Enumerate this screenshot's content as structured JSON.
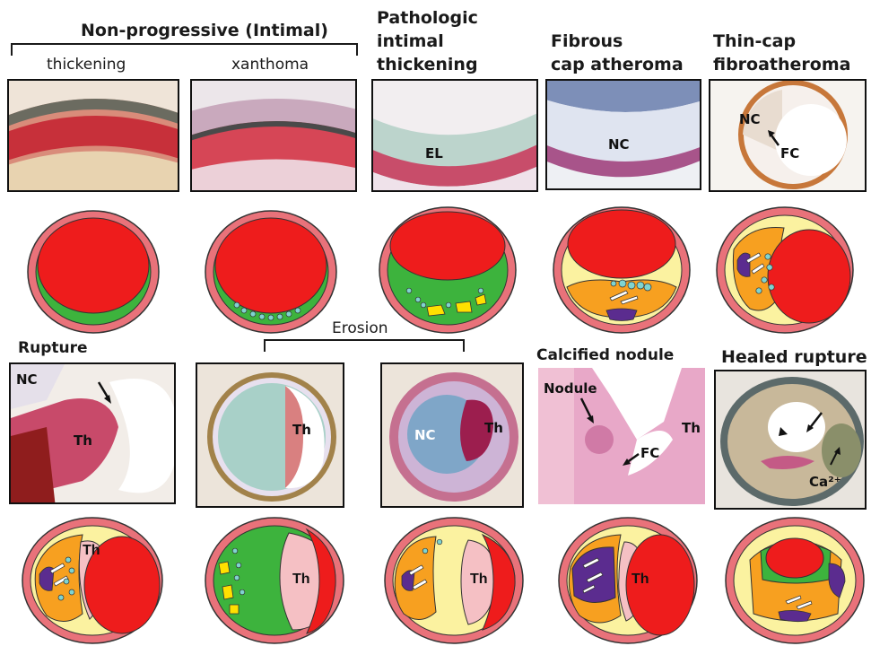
{
  "top_row": {
    "group_title": "Non-progressive (Intimal)",
    "columns": [
      {
        "title": "thickening",
        "photo_labels": []
      },
      {
        "title": "xanthoma",
        "photo_labels": []
      },
      {
        "title_lines": [
          "Pathologic",
          "intimal",
          "thickening"
        ],
        "photo_labels": [
          "EL"
        ]
      },
      {
        "title_lines": [
          "Fibrous",
          "cap atheroma"
        ],
        "photo_labels": [
          "NC"
        ]
      },
      {
        "title_lines": [
          "Thin-cap",
          "fibroatheroma"
        ],
        "photo_labels": [
          "NC",
          "FC"
        ]
      }
    ]
  },
  "bottom_row": {
    "group_title": "Erosion",
    "columns": [
      {
        "title": "Rupture",
        "photo_labels": [
          "NC",
          "Th"
        ],
        "diagram_label": "Th"
      },
      {
        "title": "",
        "photo_labels": [
          "Th"
        ],
        "diagram_label": "Th"
      },
      {
        "title": "",
        "photo_labels": [
          "NC",
          "Th"
        ],
        "diagram_label": "Th"
      },
      {
        "title": "Calcified nodule",
        "photo_labels": [
          "Nodule",
          "FC",
          "Th"
        ],
        "diagram_label": "Th"
      },
      {
        "title": "Healed rupture",
        "photo_labels": [
          "Ca²⁺"
        ],
        "diagram_label": ""
      }
    ]
  },
  "colors": {
    "lumen": "#ee1c1c",
    "media": "#e9727a",
    "intima": "#3db33d",
    "adventitia_fill": "#fbf2a0",
    "necrotic_core": "#f7a020",
    "calcium": "#5b2c8f",
    "thrombus": "#f5c0c4",
    "cholesterol": "#ffffff",
    "foam_cells": "#7fd4d0",
    "lipid_pool": "#ffe000"
  }
}
